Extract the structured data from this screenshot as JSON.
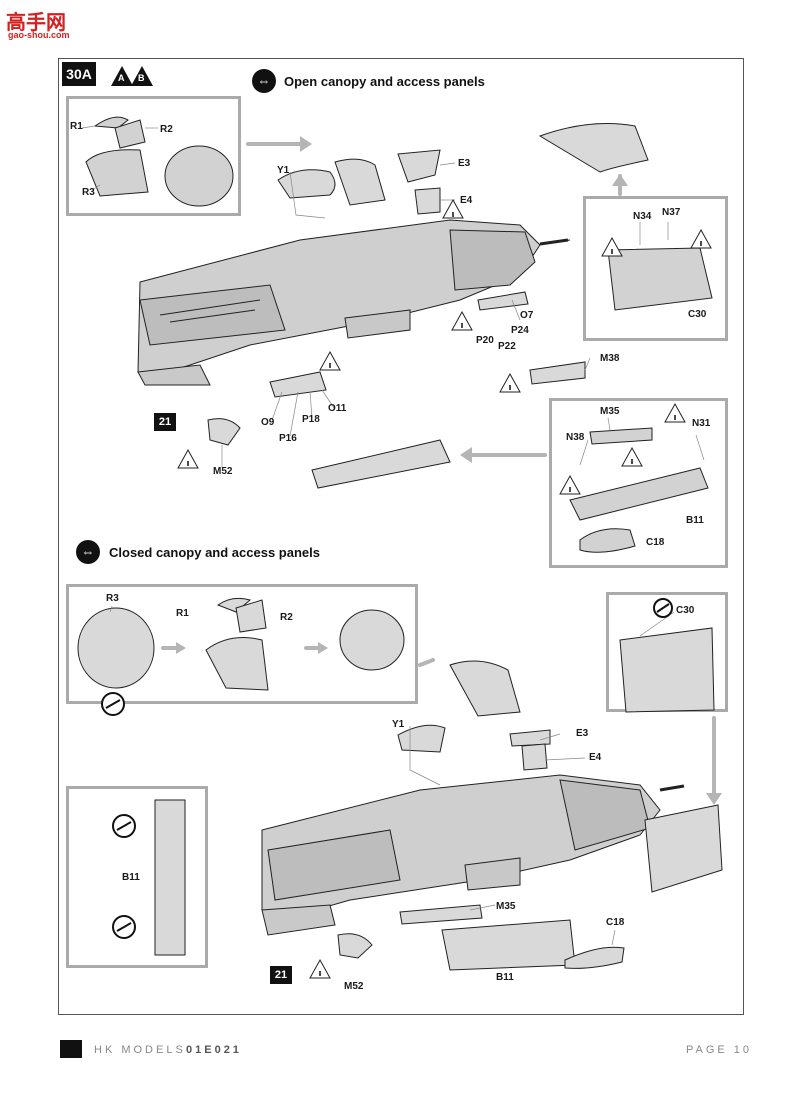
{
  "watermark": {
    "brand": "高手网",
    "url": "gao-shou.com"
  },
  "step": {
    "number": "30A",
    "variant_a": "A",
    "variant_b": "B"
  },
  "sections": {
    "open": {
      "title": "Open canopy and access panels"
    },
    "closed": {
      "title": "Closed canopy and access panels"
    }
  },
  "open_labels": {
    "r1": "R1",
    "r2": "R2",
    "r3": "R3",
    "y1": "Y1",
    "e3": "E3",
    "e4": "E4",
    "n34": "N34",
    "n37": "N37",
    "c30": "C30",
    "o7": "O7",
    "p24": "P24",
    "p22": "P22",
    "p20": "P20",
    "m38": "M38",
    "o9": "O9",
    "p16": "P16",
    "p18": "P18",
    "o11": "O11",
    "ref21": "21",
    "m52": "M52",
    "m35": "M35",
    "n38": "N38",
    "n31": "N31",
    "b11": "B11",
    "c18": "C18"
  },
  "closed_labels": {
    "r3": "R3",
    "r1": "R1",
    "r2": "R2",
    "c30": "C30",
    "y1": "Y1",
    "e3": "E3",
    "e4": "E4",
    "b11_side": "B11",
    "m35": "M35",
    "c18": "C18",
    "b11": "B11",
    "ref21": "21",
    "m52": "M52"
  },
  "footer": {
    "brand": "HK MODELS",
    "code": "01E021",
    "page": "PAGE 10"
  },
  "colors": {
    "frame": "#aaaaaa",
    "arrow": "#b5b5b5",
    "part": "#cfcfcf",
    "ink": "#111111"
  }
}
